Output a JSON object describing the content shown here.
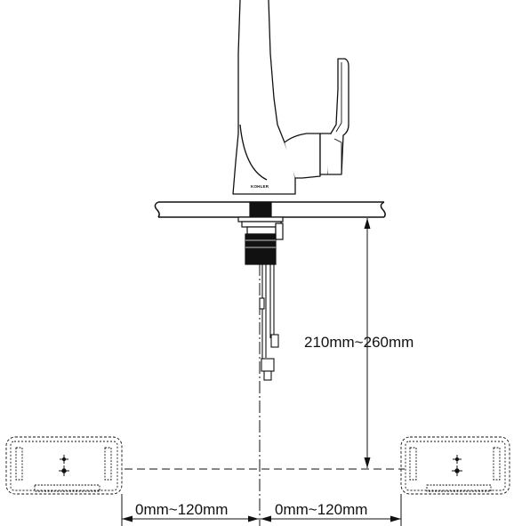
{
  "faucet": {
    "brand": "KOHLER"
  },
  "dimensions": {
    "vertical": "210mm~260mm",
    "horizontal_left": "0mm~120mm",
    "horizontal_right": "0mm~120mm"
  },
  "colors": {
    "line": "#111111",
    "background": "#ffffff"
  }
}
